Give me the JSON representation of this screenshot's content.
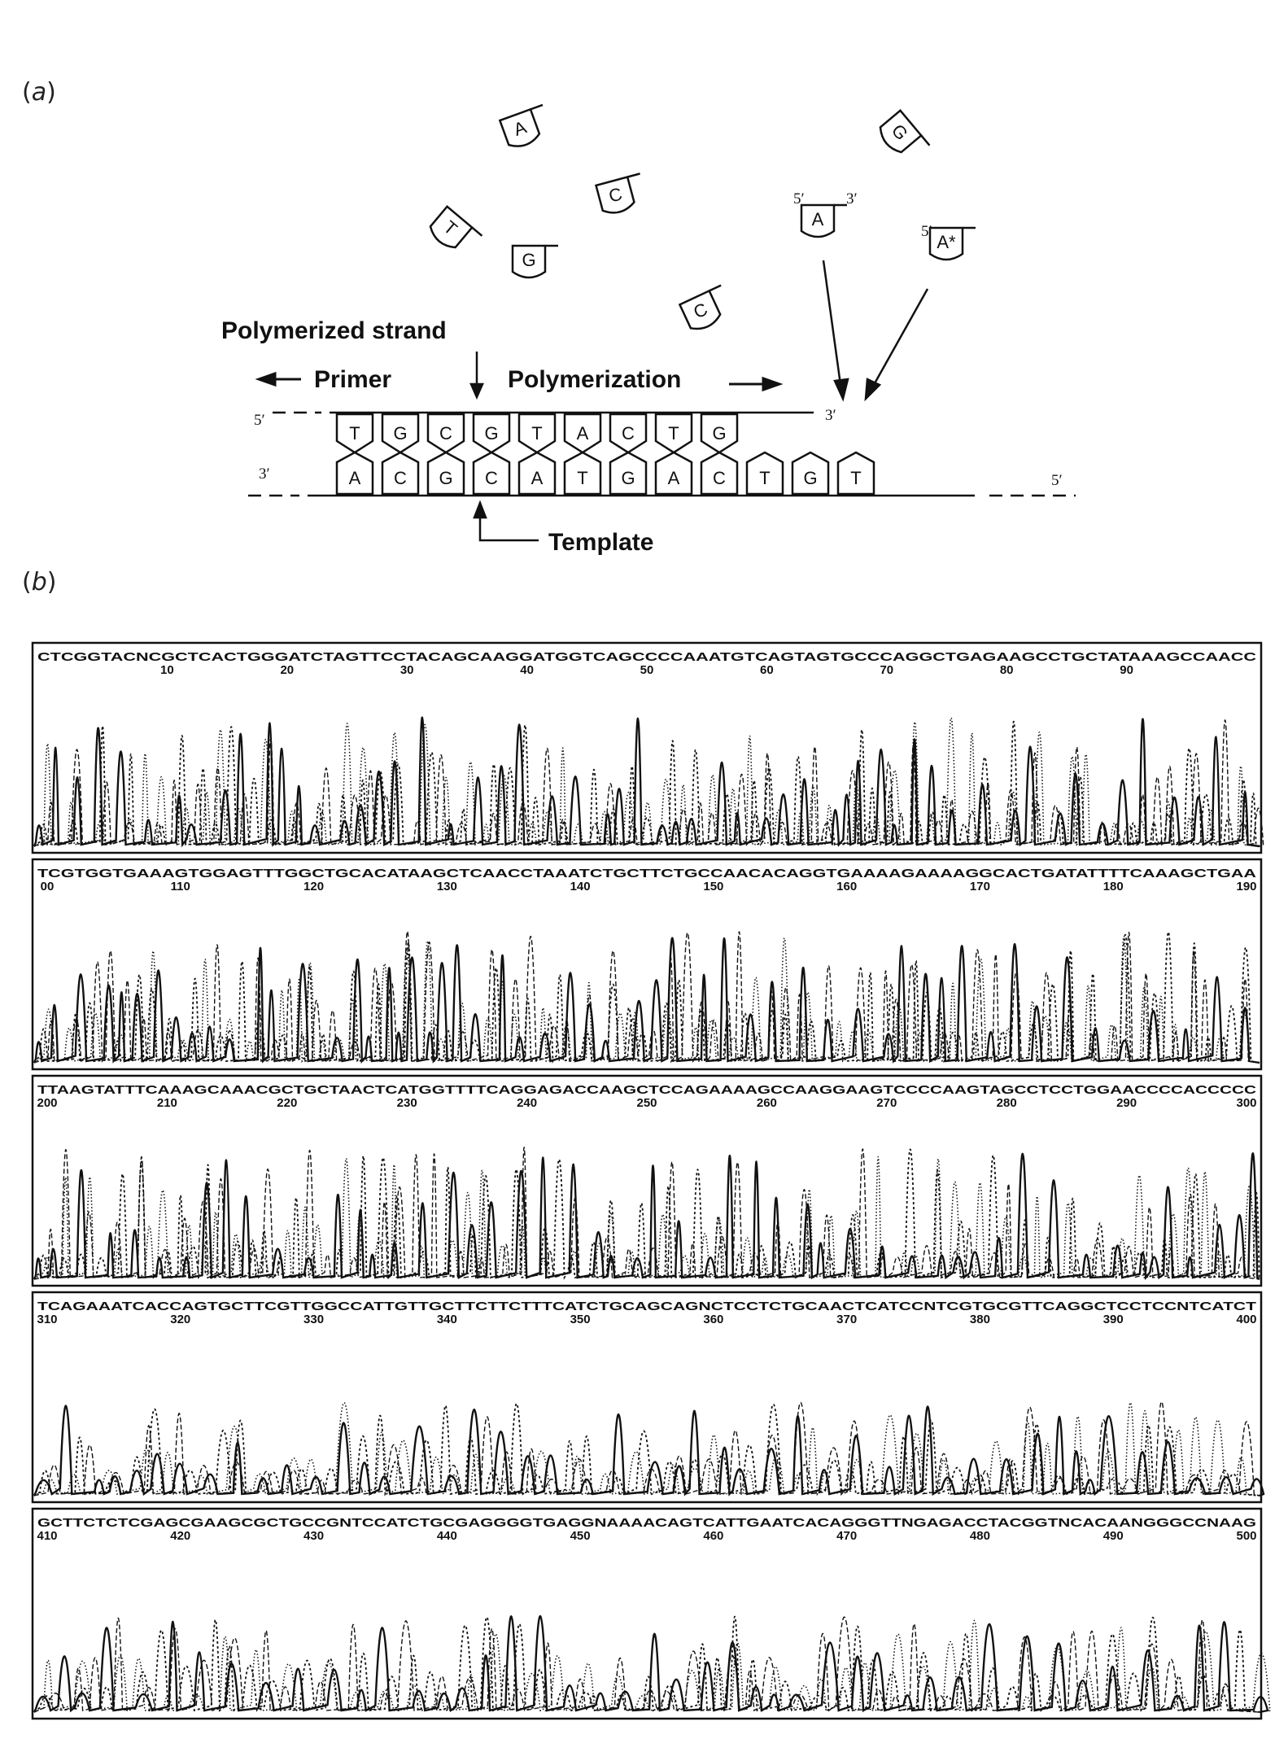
{
  "header_text": "",
  "panel_a": {
    "label_prefix": "(",
    "label_letter": "a",
    "label_suffix": ")",
    "labels": {
      "polymerized_strand": "Polymerized strand",
      "primer": "Primer",
      "polymerization": "Polymerization",
      "template": "Template",
      "five_prime": "5′",
      "three_prime": "3′"
    },
    "free_nucleotides": [
      "A",
      "G",
      "C",
      "T",
      "G",
      "C",
      "A",
      "A*"
    ],
    "polymerized_bases": [
      "T",
      "G",
      "C",
      "G",
      "T",
      "A",
      "C",
      "T",
      "G"
    ],
    "template_bases": [
      "A",
      "C",
      "G",
      "C",
      "A",
      "T",
      "G",
      "A",
      "C",
      "T",
      "G",
      "T"
    ]
  },
  "panel_b": {
    "label_prefix": "(",
    "label_letter": "b",
    "label_suffix": ")",
    "rows": [
      {
        "sequence": "CTCGGTACNCGCTCACTGGGATCTAGTTCCTACAGCAAGGATGGTCAGCCCCAAATGTCAGTAGTGCCCAGGCTGAGAAGCCTGCTATAAAGCCAACC",
        "positions": [
          "10",
          "20",
          "30",
          "40",
          "50",
          "60",
          "70",
          "80",
          "90"
        ]
      },
      {
        "sequence": "TCGTGGTGAAAGTGGAGTTTGGCTGCACATAAGCTCAACCTAAATCTGCTTCTGCCAACACAGGTGAAAAGAAAAGGCACTGATATTTTCAAAGCTGAA",
        "positions": [
          "00",
          "110",
          "120",
          "130",
          "140",
          "150",
          "160",
          "170",
          "180",
          "190"
        ]
      },
      {
        "sequence": "TTAAGTATTTCAAAGCAAACGCTGCTAACTCATGGTTTTCAGGAGACCAAGCTCCAGAAAAGCCAAGGAAGTCCCCAAGTAGCCTCCTGGAACCCCACCCCC",
        "positions": [
          "200",
          "210",
          "220",
          "230",
          "240",
          "250",
          "260",
          "270",
          "280",
          "290",
          "300"
        ]
      },
      {
        "sequence": "TCAGAAATCACCAGTGCTTCGTTGGCCATTGTTGCTTCTTCTTTCATCTGCAGCAGNCTCCTCTGCAACTCATCCNTCGTGCGTTCAGGCTCCTCCNTCATCT",
        "positions": [
          "310",
          "320",
          "330",
          "340",
          "350",
          "360",
          "370",
          "380",
          "390",
          "400"
        ]
      },
      {
        "sequence": "GCTTCTCTCGAGCGAAGCGCTGCCGNTCCATCTGCGAGGGGTGAGGNAAAACAGTCATTGAATCACAGGGTTNGAGACCTACGGTNCACAANGGGCCNAAG",
        "positions": [
          "410",
          "420",
          "430",
          "440",
          "450",
          "460",
          "470",
          "480",
          "490",
          "500"
        ]
      }
    ]
  }
}
